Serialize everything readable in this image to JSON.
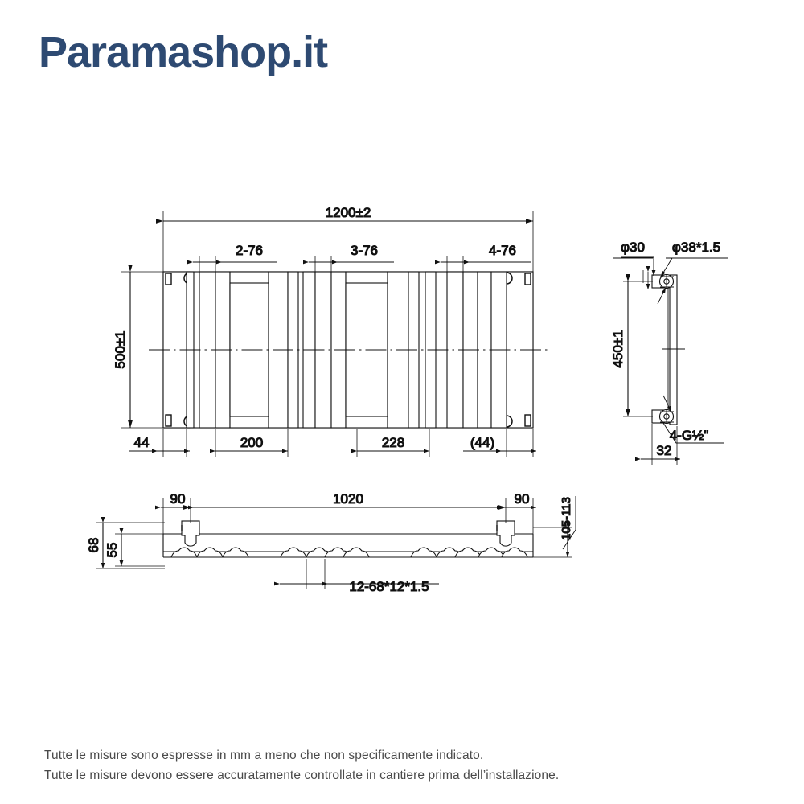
{
  "brand": {
    "logo_text": "Paramashop.it",
    "logo_color": "#2e4a72"
  },
  "notes": {
    "line1": "Tutte le misure sono espresse in mm a meno che non specificamente indicato.",
    "line2": "Tutte le misure devono essere accuratamente controllate in cantiere prima dell’installazione."
  },
  "drawing": {
    "title": "Technical drawing – flat panel designer radiator",
    "line_color": "#111111",
    "views": {
      "front": {
        "name": "front-view",
        "dimensions": {
          "overall_width": "1200±2",
          "overall_height": "500±1",
          "gap_left": "44",
          "group_a": "200",
          "group_b": "228",
          "gap_right": "(44)",
          "pitch_a": "2-76",
          "pitch_b": "3-76",
          "pitch_c": "4-76"
        }
      },
      "side": {
        "name": "side-view",
        "dimensions": {
          "bracket_dia": "φ30",
          "tube_spec": "φ38*1.5",
          "height_centers": "450±1",
          "connections": "4-G½\"",
          "depth": "32"
        }
      },
      "bottom": {
        "name": "bottom-view",
        "dimensions": {
          "inset_left": "90",
          "centers": "1020",
          "inset_right": "90",
          "valve_range": "105-113",
          "depth_outer": "68",
          "depth_inner": "55",
          "fin_spec": "12-68*12*1.5"
        }
      }
    }
  }
}
